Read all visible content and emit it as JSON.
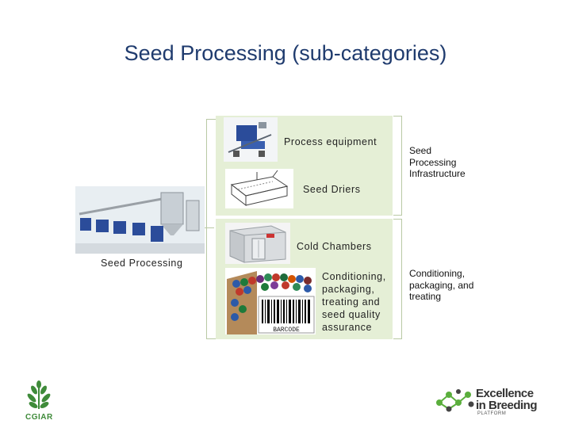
{
  "title": "Seed Processing (sub-categories)",
  "main": {
    "caption": "Seed Processing"
  },
  "items": [
    {
      "label": "Process equipment"
    },
    {
      "label": "Seed Driers"
    },
    {
      "label": "Cold Chambers"
    },
    {
      "label": "Conditioning, packaging, treating and seed quality assurance"
    }
  ],
  "categories": [
    {
      "label": "Seed Processing Infrastructure"
    },
    {
      "label": "Conditioning, packaging, and treating"
    }
  ],
  "image_labels": {
    "barcode": "BARCODE"
  },
  "logos": {
    "cgiar": "CGIAR",
    "eib_line1": "Excellence",
    "eib_line2": "in Breeding",
    "eib_line3": "PLATFORM"
  },
  "colors": {
    "title": "#1f3b6e",
    "panel": "#e5efd6",
    "cgiar_green": "#3f8b3a",
    "eib_green": "#5aae3c",
    "eib_dark": "#333333"
  }
}
